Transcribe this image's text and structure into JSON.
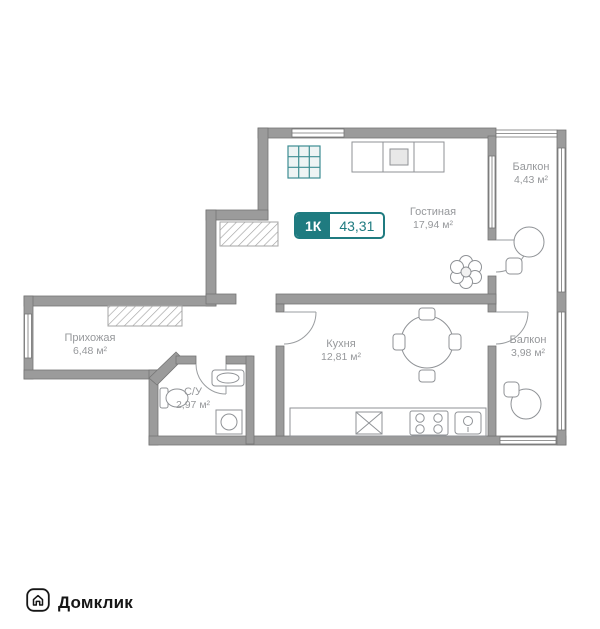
{
  "apartment": {
    "type_label": "1К",
    "total_area": "43,31"
  },
  "rooms": {
    "living": {
      "name": "Гостиная",
      "area": "17,94 м²"
    },
    "balcony_top": {
      "name": "Балкон",
      "area": "4,43 м²"
    },
    "hallway": {
      "name": "Прихожая",
      "area": "6,48 м²"
    },
    "bathroom": {
      "name": "С/У",
      "area": "2,97 м²"
    },
    "kitchen": {
      "name": "Кухня",
      "area": "12,81 м²"
    },
    "balcony_right": {
      "name": "Балкон",
      "area": "3,98 м²"
    }
  },
  "branding": {
    "logo_text": "Домклик"
  },
  "colors": {
    "accent_teal": "#1f7b80",
    "wall_gray": "#9b9b9b",
    "label_gray": "#96989b"
  }
}
